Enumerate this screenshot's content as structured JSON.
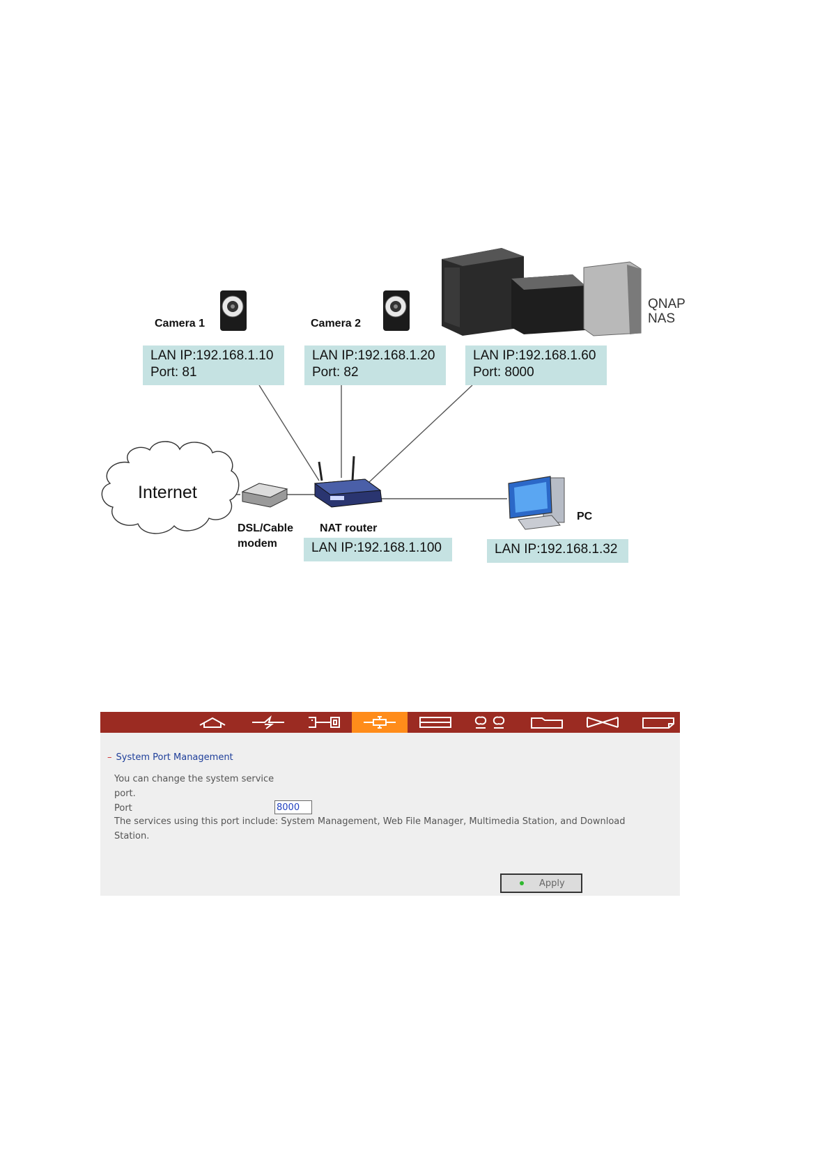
{
  "diagram": {
    "camera1": {
      "label": "Camera 1",
      "ip": "LAN IP:192.168.1.10",
      "port": "Port: 81"
    },
    "camera2": {
      "label": "Camera 2",
      "ip": "LAN IP:192.168.1.20",
      "port": "Port: 82"
    },
    "nas": {
      "label_line1": "QNAP",
      "label_line2": "NAS",
      "ip": "LAN IP:192.168.1.60",
      "port": "Port: 8000"
    },
    "internet": {
      "label": "Internet"
    },
    "modem": {
      "label_line1": "DSL/Cable",
      "label_line2": "modem"
    },
    "router": {
      "label": "NAT router",
      "ip": "LAN IP:192.168.1.100"
    },
    "pc": {
      "label": "PC",
      "ip": "LAN IP:192.168.1.32"
    }
  },
  "admin": {
    "toolbar": {
      "items": [
        {
          "name": "home-icon",
          "active": false
        },
        {
          "name": "network-icon",
          "active": false
        },
        {
          "name": "device-icon",
          "active": false
        },
        {
          "name": "system-tools-icon",
          "active": true
        },
        {
          "name": "disk-icon",
          "active": false
        },
        {
          "name": "users-icon",
          "active": false
        },
        {
          "name": "folder-icon",
          "active": false
        },
        {
          "name": "services-icon",
          "active": false
        },
        {
          "name": "status-icon",
          "active": false
        }
      ],
      "bar_color": "#9b2b22",
      "active_color": "#ff8c1a"
    },
    "section_dash": "–",
    "section_title": "System Port Management",
    "intro_line1": "You can change the system service",
    "intro_line2": "port.",
    "port_label": "Port",
    "port_value": "8000",
    "note_line1": "The services using this port include: System Management, Web File Manager, Multimedia Station, and Download",
    "note_line2": "Station.",
    "apply_label": "Apply"
  }
}
